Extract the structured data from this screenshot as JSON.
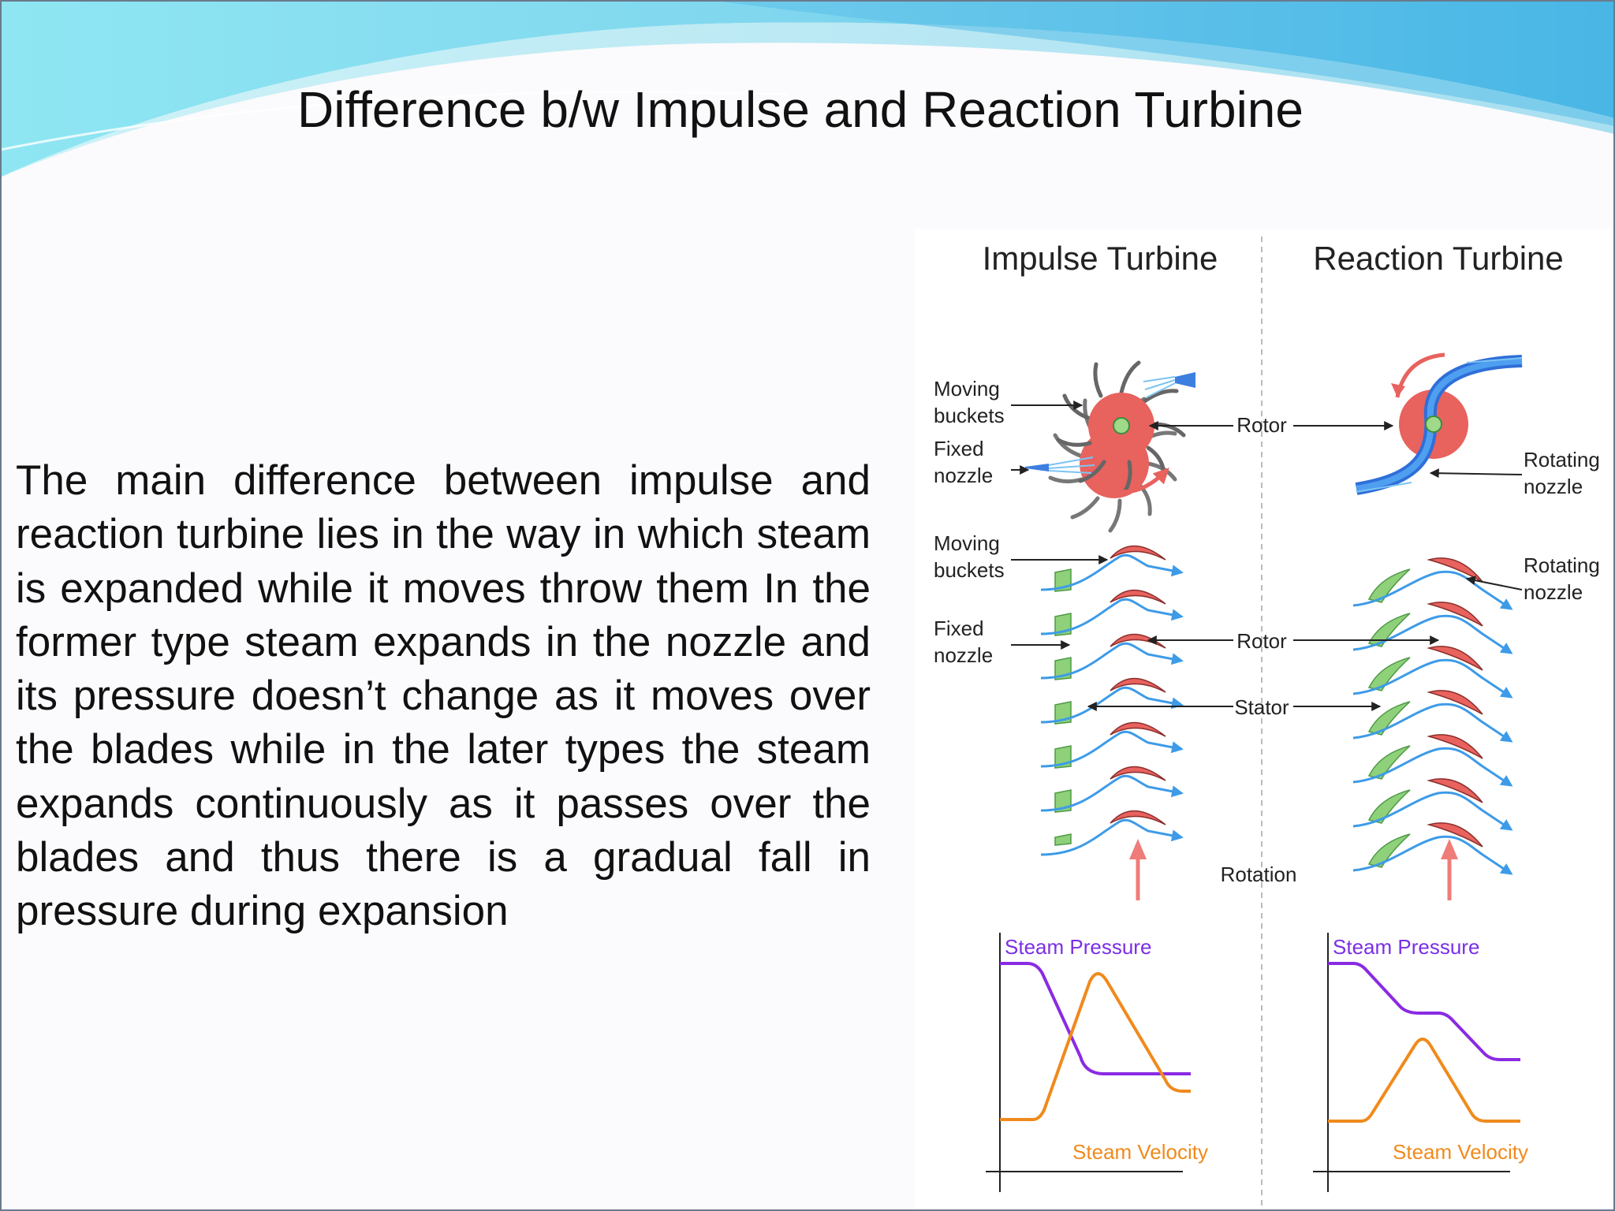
{
  "slide": {
    "title": "Difference b/w Impulse and Reaction Turbine",
    "body": "The main difference between impulse and reaction turbine lies in the way in which steam is expanded while it moves throw them In the former type steam expands in the nozzle and its pressure doesn’t change as it moves over the blades while in the later types the steam expands continuously as it passes over the blades and thus there is a gradual fall in pressure during expansion"
  },
  "figure": {
    "impulse_title": "Impulse Turbine",
    "reaction_title": "Reaction Turbine",
    "labels": {
      "moving_buckets_1a": "Moving",
      "moving_buckets_1b": "buckets",
      "fixed_nozzle_1a": "Fixed",
      "fixed_nozzle_1b": "nozzle",
      "moving_buckets_2a": "Moving",
      "moving_buckets_2b": "buckets",
      "fixed_nozzle_2a": "Fixed",
      "fixed_nozzle_2b": "nozzle",
      "rotor_top": "Rotor",
      "rotating_nozzle_1a": "Rotating",
      "rotating_nozzle_1b": "nozzle",
      "rotating_nozzle_2a": "Rotating",
      "rotating_nozzle_2b": "nozzle",
      "rotor_mid": "Rotor",
      "stator": "Stator",
      "rotation": "Rotation"
    },
    "impulse_plot": {
      "pressure_label": "Steam Pressure",
      "velocity_label": "Steam Velocity"
    },
    "reaction_plot": {
      "pressure_label": "Steam Pressure",
      "velocity_label": "Steam Velocity"
    }
  },
  "colors": {
    "rotor_red": "#e8625e",
    "stator_green": "#8fd07a",
    "flow_blue": "#3d9be8",
    "pressure_purple": "#8a2be2",
    "velocity_orange": "#f08a1c",
    "arrow_pink": "#e8625e"
  }
}
